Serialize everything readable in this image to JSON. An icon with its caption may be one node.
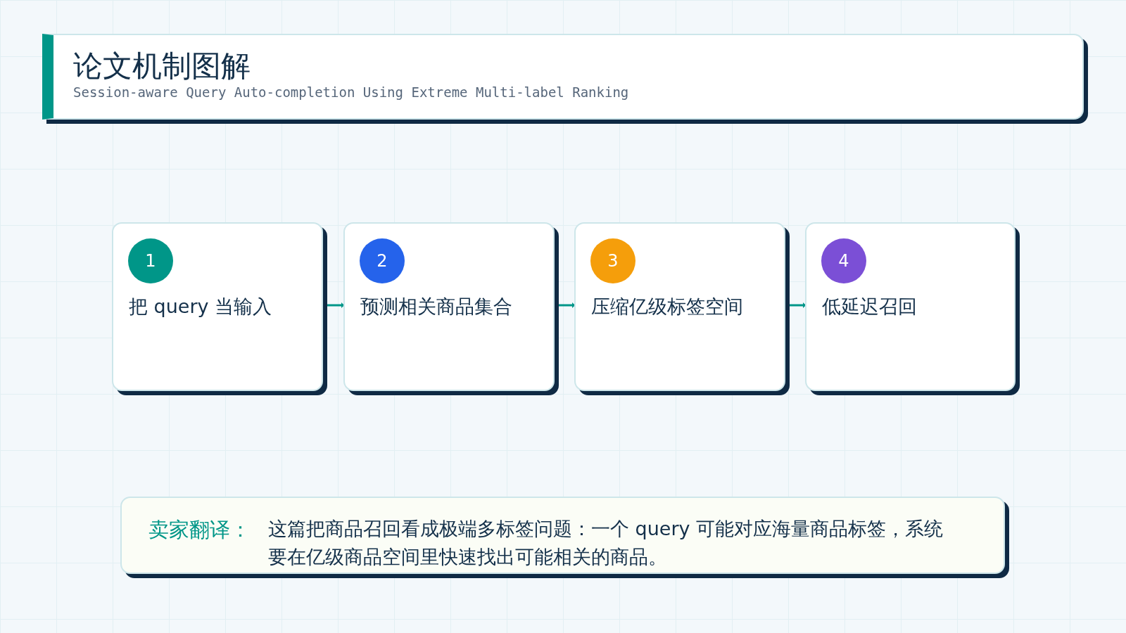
{
  "diagram": {
    "title": "论文机制图解",
    "nodes": [
      {
        "text": [
          "Session-aware Query Auto-completion Using Extreme Multi-label Ranking"
        ]
      },
      {
        "text": [
          "1",
          "把 query 当输入"
        ]
      },
      {
        "text": [
          "2",
          "预测相关商品集合"
        ]
      },
      {
        "text": [
          "3",
          "压缩亿级标签空间"
        ]
      },
      {
        "text": [
          "4",
          "低延迟召回"
        ]
      },
      {
        "text": [
          "卖家翻译：",
          "这篇把商品召回看成极端多标签问题：一个 query 可能对应海量商品标签，系统要在亿级商品空间里快速找出可能相关的商品。"
        ]
      }
    ],
    "edges": [
      {
        "from": 1,
        "to": 2,
        "arrow": "to"
      },
      {
        "from": 2,
        "to": 3,
        "arrow": "to"
      },
      {
        "from": 3,
        "to": 4,
        "arrow": "to"
      }
    ]
  }
}
